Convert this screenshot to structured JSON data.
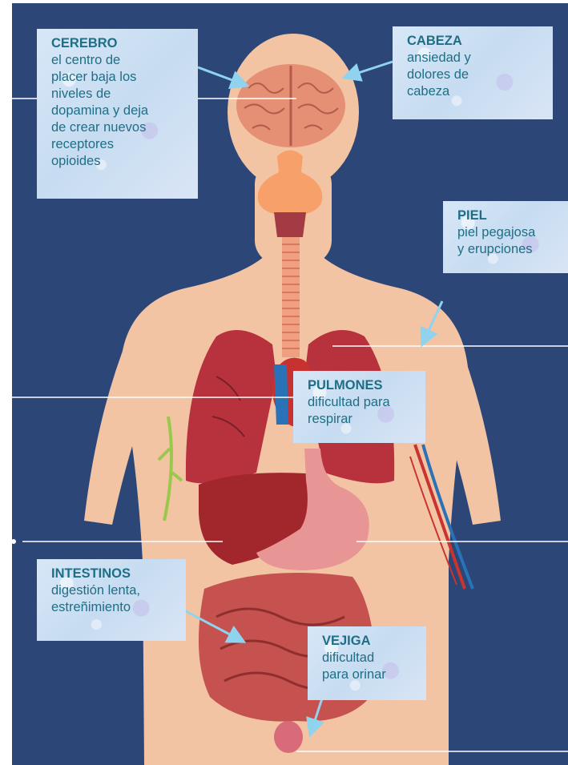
{
  "colors": {
    "background": "#ffffff",
    "frame": "#2b4677",
    "skin": "#f2c4a4",
    "label_text": "#1e6e86",
    "label_box": "#cfe0f3",
    "arrow": "#8fd3ee",
    "pointer_line": "#ffffff"
  },
  "labels": {
    "cerebro": {
      "title": "CEREBRO",
      "desc": "el centro de\nplacer baja los\nniveles de\ndopamina y deja\nde crear nuevos\nreceptores\nopioides"
    },
    "cabeza": {
      "title": "CABEZA",
      "desc": "ansiedad y\ndolores de\ncabeza"
    },
    "piel": {
      "title": "PIEL",
      "desc": "piel pegajosa\ny erupciones"
    },
    "pulmones": {
      "title": "PULMONES",
      "desc": "dificultad para\nrespirar"
    },
    "intestinos": {
      "title": "INTESTINOS",
      "desc": "digestión lenta,\nestreñimiento"
    },
    "vejiga": {
      "title": "VEJIGA",
      "desc": "dificultad\npara orinar"
    }
  }
}
